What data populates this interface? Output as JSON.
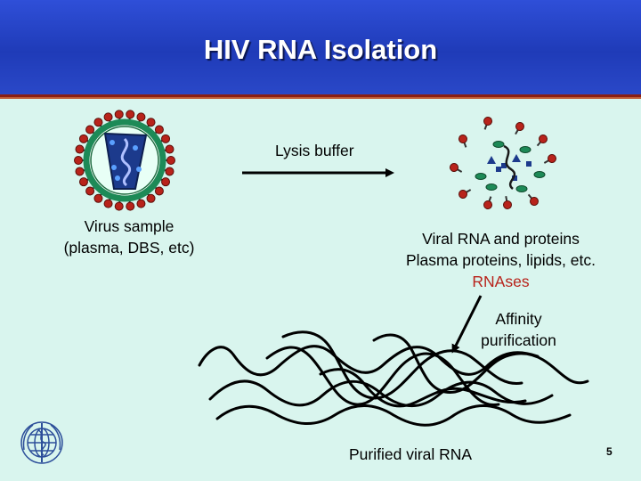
{
  "title": "HIV RNA Isolation",
  "lysis_label": "Lysis buffer",
  "virus_label": [
    "Virus sample",
    "(plasma, DBS, etc)"
  ],
  "viral_label": [
    "Viral RNA and proteins",
    "Plasma proteins, lipids, etc.",
    "RNAses"
  ],
  "affinity_label": [
    "Affinity",
    "purification"
  ],
  "purified_label": "Purified viral RNA",
  "page_number": "5",
  "colors": {
    "header": "#2440c8",
    "background": "#d9f5ee",
    "rnases": "#b8231b",
    "spike": "#b8231b",
    "capsid": "#1c3a8c",
    "membrane": "#1d8a57"
  },
  "icons": [
    "hiv-virion-icon",
    "lysed-virus-icon",
    "who-logo-icon"
  ]
}
